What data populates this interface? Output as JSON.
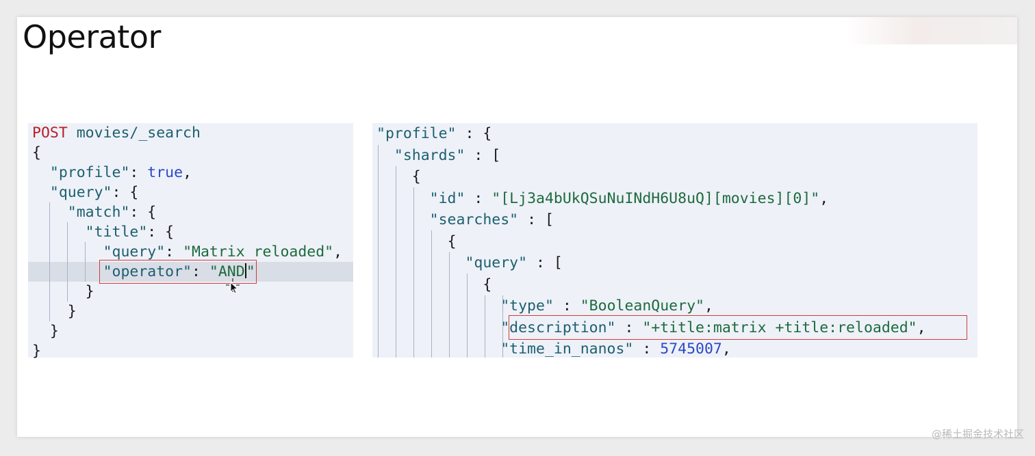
{
  "slide": {
    "title": "Operator"
  },
  "request": {
    "method": "POST",
    "path": " movies/_search",
    "lines": {
      "open_brace": "{",
      "profile_key": "\"profile\"",
      "profile_sep": ": ",
      "profile_val": "true",
      "profile_end": ",",
      "query_key": "\"query\"",
      "query_end": ": {",
      "match_key": "\"match\"",
      "match_end": ": {",
      "title_key": "\"title\"",
      "title_end": ": {",
      "inner_query_key": "\"query\"",
      "inner_query_sep": ": ",
      "inner_query_val": "\"Matrix reloaded\"",
      "inner_query_end": ",",
      "operator_key": "\"operator\"",
      "operator_sep": ": ",
      "operator_val_a": "\"AND",
      "operator_val_b": "\"",
      "close1": "}",
      "close2": "}",
      "close3": "}",
      "close4": "}"
    }
  },
  "response": {
    "profile_key": "\"profile\"",
    "profile_end": " : {",
    "shards_key": "\"shards\"",
    "shards_end": " : [",
    "brace1": "{",
    "id_key": "\"id\"",
    "id_sep": " : ",
    "id_val": "\"[Lj3a4bUkQSuNuINdH6U8uQ][movies][0]\"",
    "id_end": ",",
    "searches_key": "\"searches\"",
    "searches_end": " : [",
    "brace2": "{",
    "query_key": "\"query\"",
    "query_end": " : [",
    "brace3": "{",
    "type_key": "\"type\"",
    "type_sep": " : ",
    "type_val": "\"BooleanQuery\"",
    "type_end": ",",
    "desc_key": "\"description\"",
    "desc_sep": " : ",
    "desc_val": "\"+title:matrix +title:reloaded\"",
    "desc_end": ",",
    "time_key": "\"time_in_nanos\"",
    "time_sep": " : ",
    "time_val": "5745007",
    "time_end": ","
  },
  "watermark": "@稀土掘金技术社区",
  "colors": {
    "post": "#b5202b",
    "key": "#1d5f6e",
    "string": "#1d6a3d",
    "literal": "#2a49c4",
    "highlight_box": "#d23a3a",
    "panel_bg": "#eef1f8"
  },
  "icons": {
    "cursor": "mouse-pointer-icon"
  }
}
